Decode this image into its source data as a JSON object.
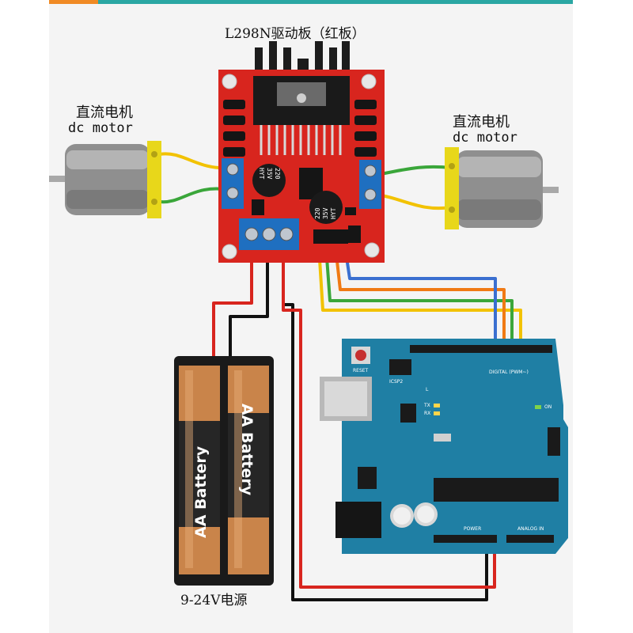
{
  "board_title": "L298N驱动板（红板）",
  "left_motor": {
    "label_cn": "直流电机",
    "label_en": "dc motor"
  },
  "right_motor": {
    "label_cn": "直流电机",
    "label_en": "dc motor"
  },
  "capacitor_left": {
    "line1": "220",
    "line2": "35V",
    "line3": "HYT"
  },
  "capacitor_right": {
    "line1": "220",
    "line2": "35V",
    "line3": "HYT"
  },
  "battery": {
    "cell_left": "AA Battery",
    "cell_right": "AA Battery",
    "power_label": "9-24V电源"
  },
  "arduino": {
    "reset": "RESET",
    "icsp2": "ICSP2",
    "digital": "DIGITAL (PWM~)",
    "tx": "TX",
    "rx": "RX",
    "on": "ON",
    "l": "L",
    "power": "POWER",
    "analog": "ANALOG IN"
  },
  "colors": {
    "board_red": "#d8251e",
    "arduino_blue": "#1f7fa4",
    "wire_red": "#d8251e",
    "wire_black": "#111111",
    "wire_yellow": "#f2c200",
    "wire_green": "#3aa63a",
    "wire_orange": "#f07a14",
    "wire_blue": "#3a6fd0",
    "terminal_blue": "#1f6fc0"
  }
}
